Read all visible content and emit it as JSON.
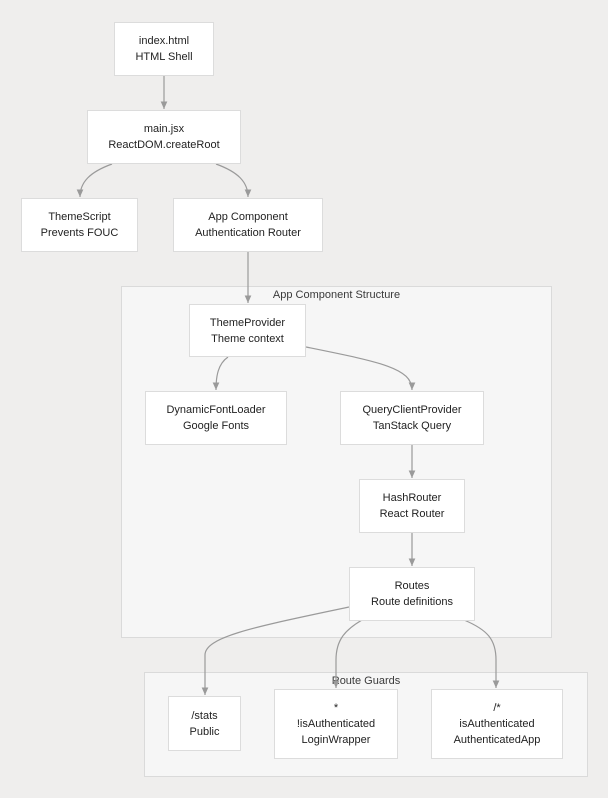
{
  "clusters": {
    "app_structure": {
      "title": "App Component Structure"
    },
    "route_guards": {
      "title": "Route Guards"
    }
  },
  "nodes": {
    "index_html": {
      "line1": "index.html",
      "line2": "HTML Shell"
    },
    "main_jsx": {
      "line1": "main.jsx",
      "line2": "ReactDOM.createRoot"
    },
    "theme_script": {
      "line1": "ThemeScript",
      "line2": "Prevents FOUC"
    },
    "app_component": {
      "line1": "App Component",
      "line2": "Authentication Router"
    },
    "theme_provider": {
      "line1": "ThemeProvider",
      "line2": "Theme context"
    },
    "dynamic_font_loader": {
      "line1": "DynamicFontLoader",
      "line2": "Google Fonts"
    },
    "query_client_provider": {
      "line1": "QueryClientProvider",
      "line2": "TanStack Query"
    },
    "hash_router": {
      "line1": "HashRouter",
      "line2": "React Router"
    },
    "routes": {
      "line1": "Routes",
      "line2": "Route definitions"
    },
    "stats": {
      "line1": "/stats",
      "line2": "Public"
    },
    "login_wrapper": {
      "line1": "*",
      "line2": "!isAuthenticated",
      "line3": "LoginWrapper"
    },
    "authenticated_app": {
      "line1": "/*",
      "line2": "isAuthenticated",
      "line3": "AuthenticatedApp"
    }
  },
  "colors": {
    "background": "#efeeed",
    "cluster_fill": "#f6f6f6",
    "node_fill": "#ffffff",
    "edge": "#9a9a9a"
  }
}
